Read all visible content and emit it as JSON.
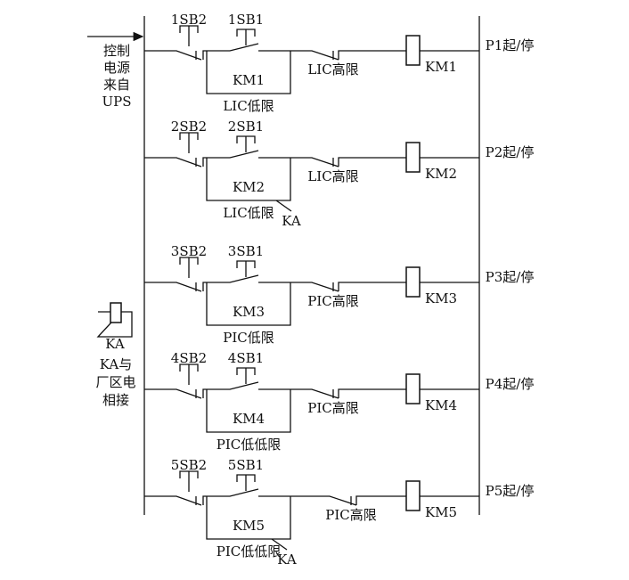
{
  "left_labels": {
    "supply": [
      "控制",
      "电源",
      "来自",
      "UPS"
    ],
    "ka_coil": "KA",
    "ka_note": [
      "KA与",
      "厂区电",
      "相接"
    ]
  },
  "rungs": [
    {
      "stop": "1SB2",
      "start": "1SB1",
      "hold": "KM1",
      "low": "LIC低限",
      "low_ka": "",
      "high": "LIC高限",
      "coil": "KM1",
      "right": "P1起/停"
    },
    {
      "stop": "2SB2",
      "start": "2SB1",
      "hold": "KM2",
      "low": "LIC低限",
      "low_ka": "KA",
      "high": "LIC高限",
      "coil": "KM2",
      "right": "P2起/停"
    },
    {
      "stop": "3SB2",
      "start": "3SB1",
      "hold": "KM3",
      "low": "PIC低限",
      "low_ka": "",
      "high": "PIC高限",
      "coil": "KM3",
      "right": "P3起/停"
    },
    {
      "stop": "4SB2",
      "start": "4SB1",
      "hold": "KM4",
      "low": "PIC低低限",
      "low_ka": "",
      "high": "PIC高限",
      "coil": "KM4",
      "right": "P4起/停"
    },
    {
      "stop": "5SB2",
      "start": "5SB1",
      "hold": "KM5",
      "low": "PIC低低限",
      "low_ka": "KA",
      "high": "PIC高限",
      "coil": "KM5",
      "right": "P5起/停"
    }
  ]
}
